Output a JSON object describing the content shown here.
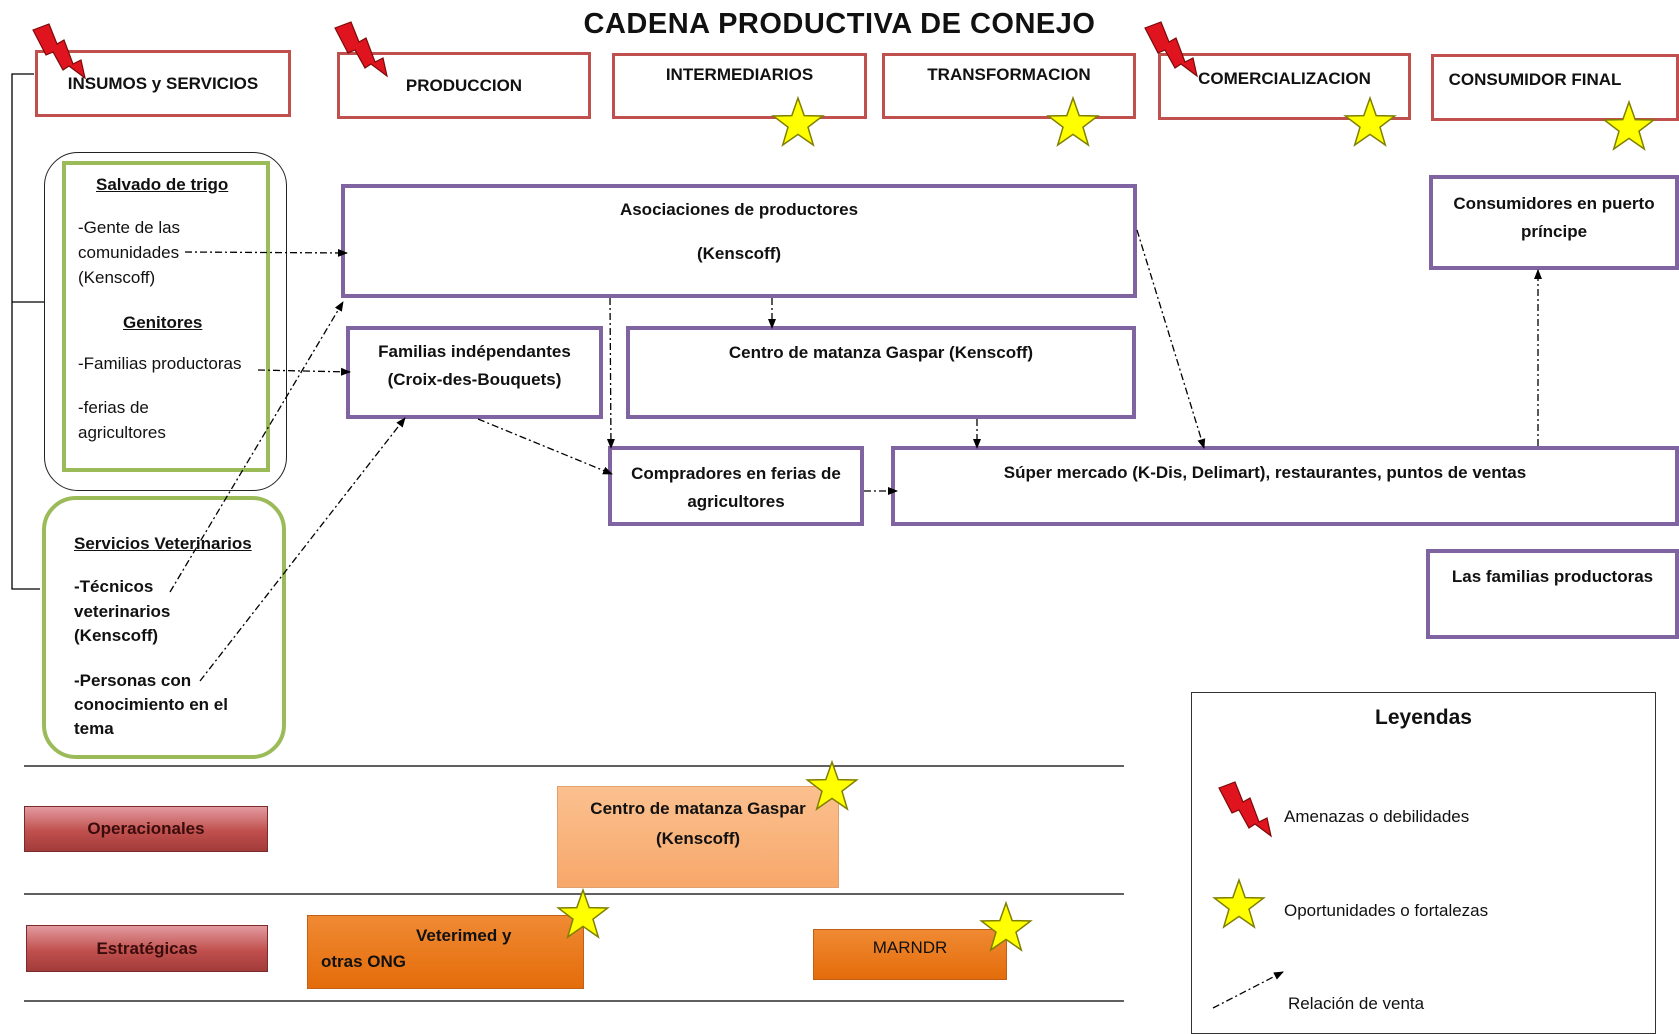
{
  "title": "CADENA PRODUCTIVA DE CONEJO",
  "stages": [
    {
      "label": "INSUMOS y SERVICIOS"
    },
    {
      "label": "PRODUCCION"
    },
    {
      "label": "INTERMEDIARIOS"
    },
    {
      "label": "TRANSFORMACION"
    },
    {
      "label": "COMERCIALIZACION"
    },
    {
      "label": "CONSUMIDOR FINAL"
    }
  ],
  "inputs": {
    "salvado_title": "Salvado de trigo",
    "salvado_line1": "-Gente de las",
    "salvado_line2": "comunidades",
    "salvado_line3": "(Kenscoff)",
    "genitores_title": "Genitores",
    "genitores_line1": "-Familias productoras",
    "genitores_line2": "-ferias de",
    "genitores_line3": "agricultores",
    "vet_title": "Servicios Veterinarios",
    "vet_line1": "-Técnicos",
    "vet_line2": "veterinarios",
    "vet_line3": "(Kenscoff)",
    "vet_line4": "-Personas con",
    "vet_line5": "conocimiento en el",
    "vet_line6": "tema"
  },
  "nodes": {
    "asociaciones_line1": "Asociaciones de productores",
    "asociaciones_line2": "(Kenscoff)",
    "familias_line1": "Familias indépendantes",
    "familias_line2": "(Croix-des-Bouquets)",
    "centro_matanza": "Centro de matanza Gaspar (Kenscoff)",
    "compradores_line1": "Compradores en ferias de",
    "compradores_line2": "agricultores",
    "super_mercado": "Súper mercado (K-Dis, Delimart), restaurantes, puntos de ventas",
    "consumidores_line1": "Consumidores en puerto",
    "consumidores_line2": "príncipe",
    "familias_productoras": "Las familias productoras"
  },
  "support": {
    "operacionales_label": "Operacionales",
    "estrategicas_label": "Estratégicas",
    "centro_line1": "Centro de matanza Gaspar",
    "centro_line2": "(Kenscoff)",
    "veterimed_line1": "Veterimed y",
    "veterimed_line2": "otras ONG",
    "marndr": "MARNDR"
  },
  "legend": {
    "title": "Leyendas",
    "amenazas": "Amenazas  o debilidades",
    "oportunidades": "Oportunidades o fortalezas",
    "relacion": "Relación de venta"
  },
  "colors": {
    "stage_border": "#c0504d",
    "node_border": "#8064a2",
    "input_border": "#9bbb59",
    "star_fill": "#ffff00",
    "bolt_fill": "#e0141e",
    "support_dark": "#e46c0a",
    "support_light": "#f7a86a",
    "row_label": "#c0504d"
  },
  "icons": {
    "threat": "lightning-bolt-icon",
    "opportunity": "star-icon",
    "sale_relation": "dash-dot-arrow-icon"
  }
}
